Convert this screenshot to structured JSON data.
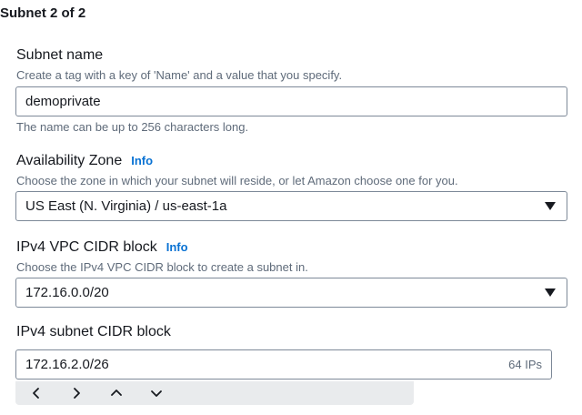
{
  "section_title": "Subnet 2 of 2",
  "subnet_name": {
    "label": "Subnet name",
    "description": "Create a tag with a key of 'Name' and a value that you specify.",
    "value": "demoprivate",
    "constraint": "The name can be up to 256 characters long."
  },
  "availability_zone": {
    "label": "Availability Zone",
    "info": "Info",
    "description": "Choose the zone in which your subnet will reside, or let Amazon choose one for you.",
    "selected": "US East (N. Virginia) / us-east-1a"
  },
  "vpc_cidr": {
    "label": "IPv4 VPC CIDR block",
    "info": "Info",
    "description": "Choose the IPv4 VPC CIDR block to create a subnet in.",
    "selected": "172.16.0.0/20"
  },
  "subnet_cidr": {
    "label": "IPv4 subnet CIDR block",
    "value": "172.16.2.0/26",
    "suffix": "64 IPs"
  },
  "stepper": {
    "icons": [
      "chevron-left-icon",
      "chevron-right-icon",
      "chevron-up-icon",
      "chevron-down-icon"
    ]
  },
  "colors": {
    "link": "#0972d3",
    "muted_text": "#5f6b7a",
    "border": "#7d8998",
    "stepper_bg": "#e9ebed"
  }
}
